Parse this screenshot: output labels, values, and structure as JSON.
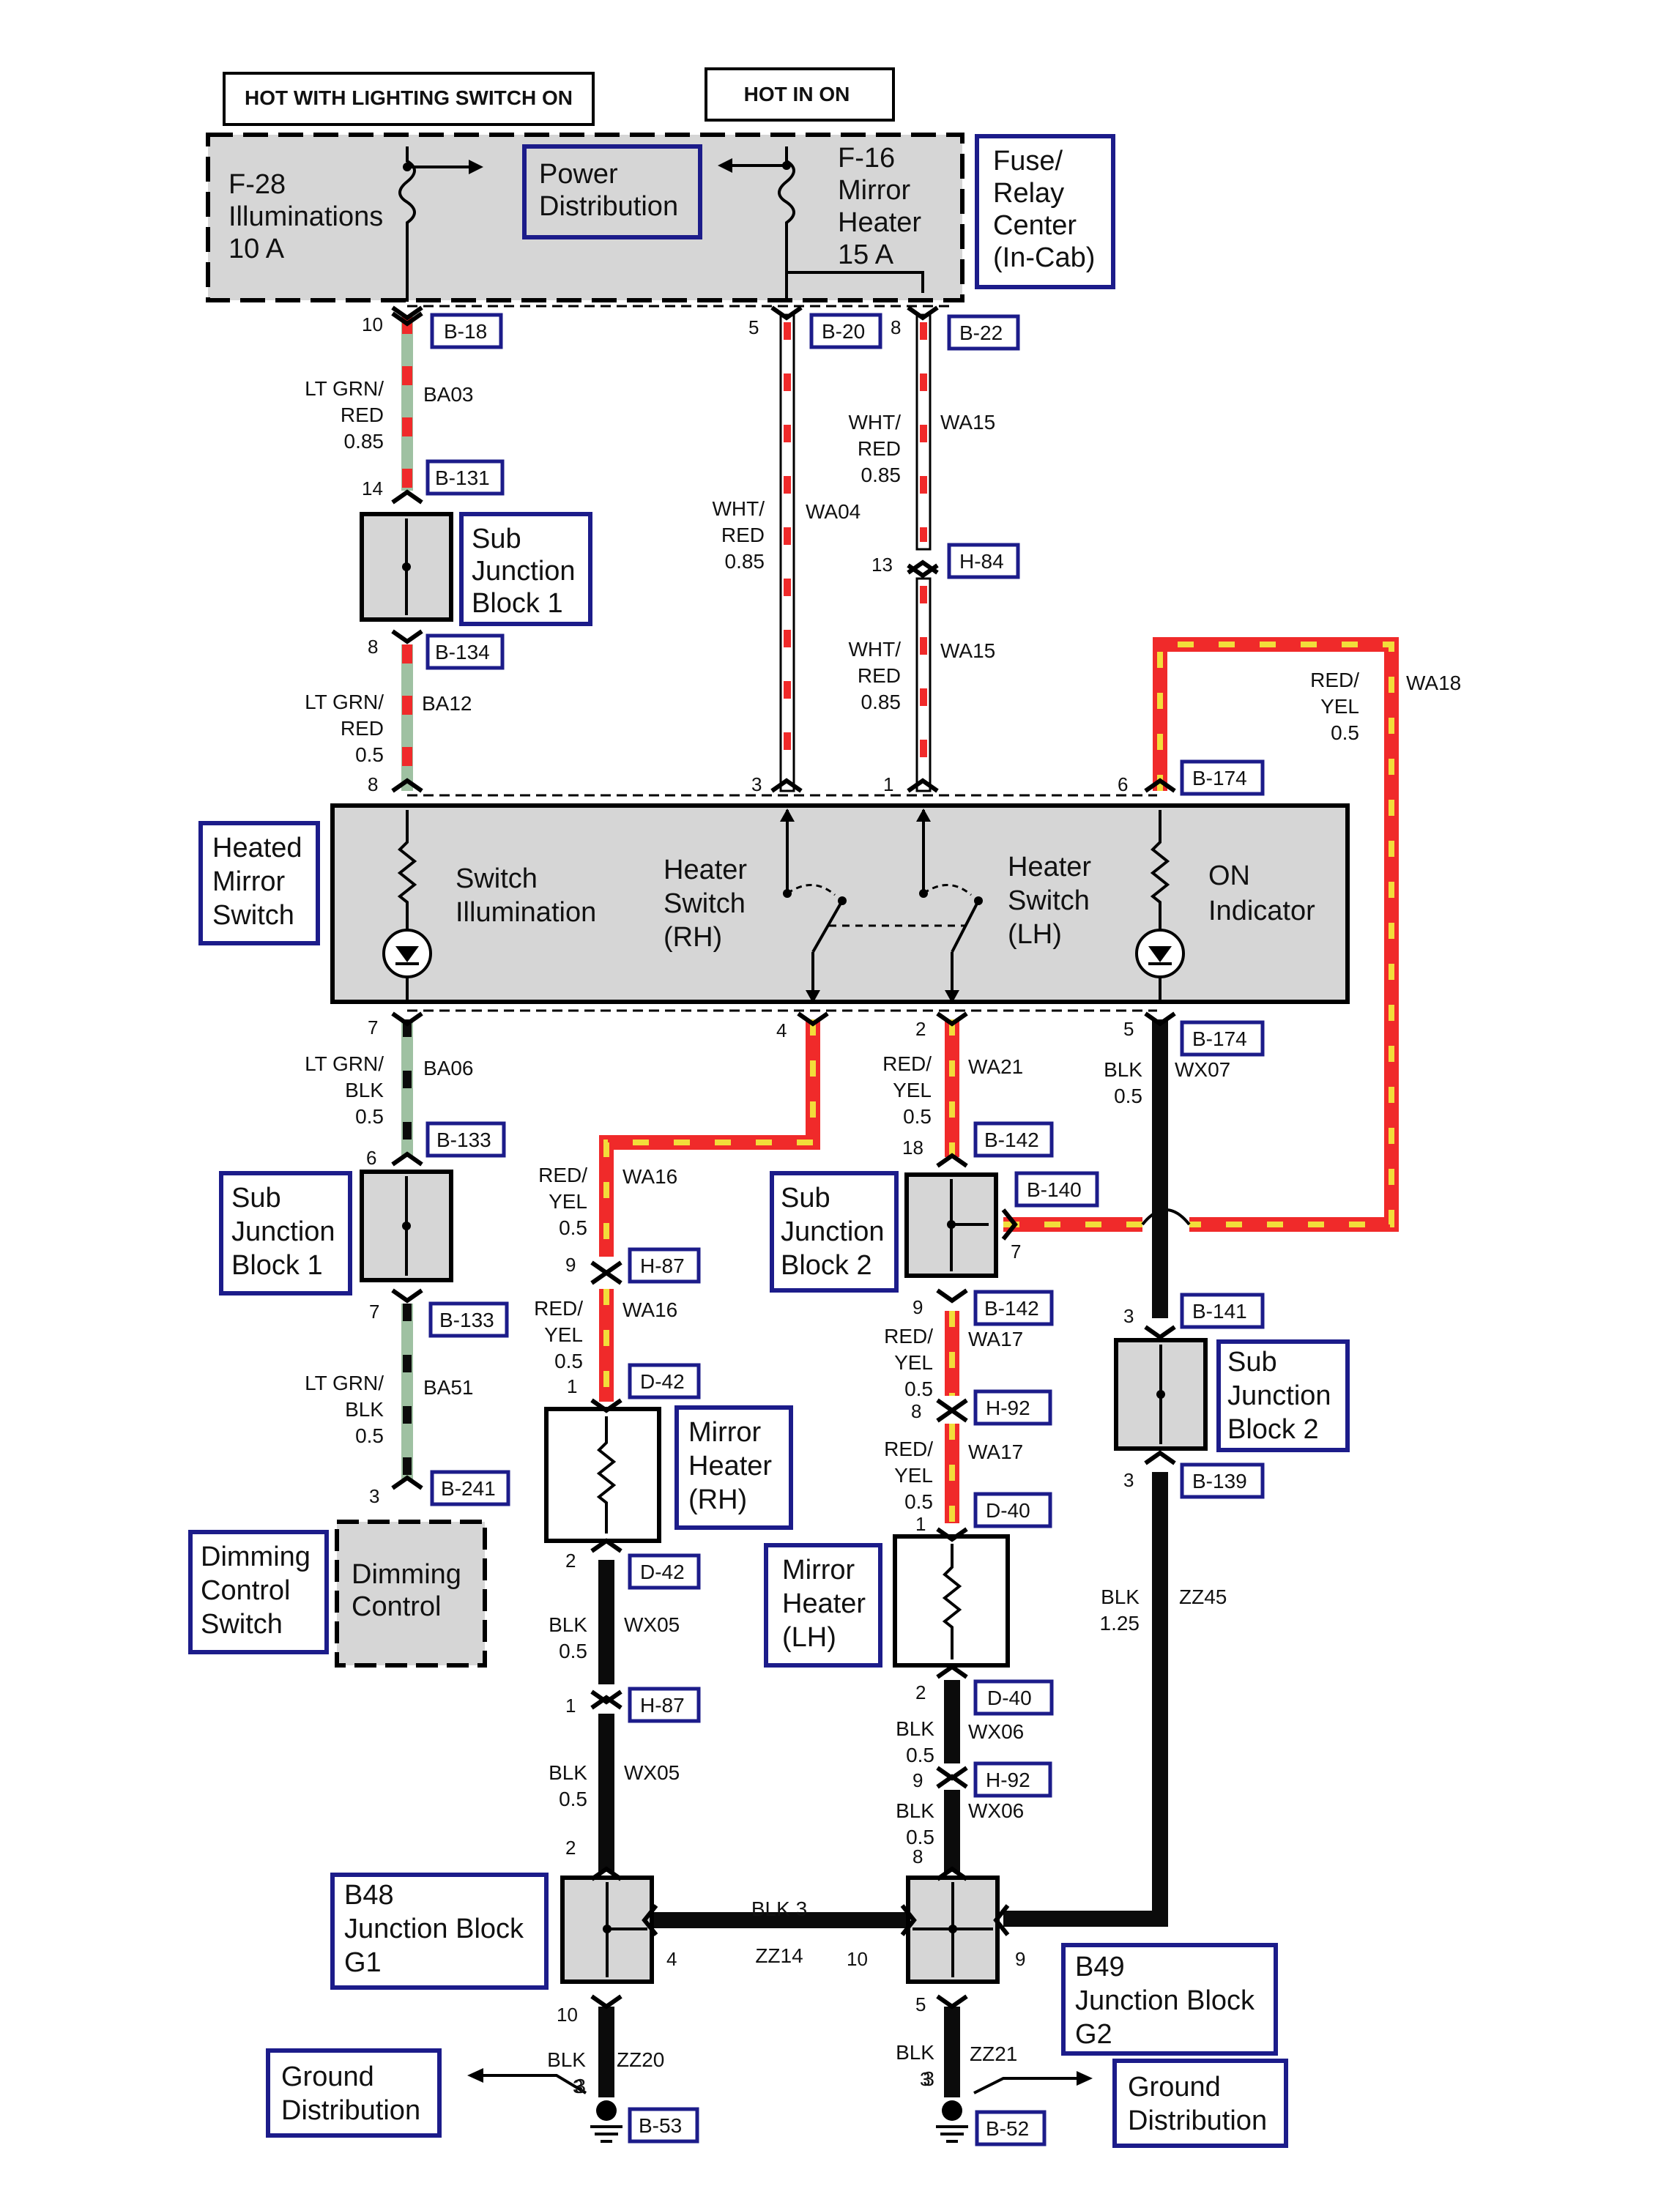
{
  "colors": {
    "lt_grn": "#9fc1a2",
    "red": "#f02a2a",
    "yellow": "#f2dd3a",
    "black": "#0b0b0b",
    "component_fill": "#d6d6d6",
    "connector_box": "#1c1c8a"
  },
  "headers": {
    "hot_lighting": "HOT WITH LIGHTING SWITCH ON",
    "hot_in_on": "HOT IN ON"
  },
  "fuse_center": {
    "label": [
      "Fuse/",
      "Relay",
      "Center",
      "(In-Cab)"
    ],
    "f28": [
      "F-28",
      "Illuminations",
      "10 A"
    ],
    "f16": [
      "F-16",
      "Mirror",
      "Heater",
      "15 A"
    ],
    "power_dist": [
      "Power",
      "Distribution"
    ]
  },
  "heated_mirror_switch": {
    "label": [
      "Heated",
      "Mirror",
      "Switch"
    ],
    "switch_illum": [
      "Switch",
      "Illumination"
    ],
    "heater_rh": [
      "Heater",
      "Switch",
      "(RH)"
    ],
    "heater_lh": [
      "Heater",
      "Switch",
      "(LH)"
    ],
    "on_indicator": [
      "ON",
      "Indicator"
    ]
  },
  "components": {
    "sjb1_top": [
      "Sub",
      "Junction",
      "Block 1"
    ],
    "sjb1_bot": [
      "Sub",
      "Junction",
      "Block 1"
    ],
    "sjb2_mid": [
      "Sub",
      "Junction",
      "Block 2"
    ],
    "sjb2_right": [
      "Sub",
      "Junction",
      "Block 2"
    ],
    "mirror_rh": [
      "Mirror",
      "Heater",
      "(RH)"
    ],
    "mirror_lh": [
      "Mirror",
      "Heater",
      "(LH)"
    ],
    "dimming_switch": [
      "Dimming",
      "Control",
      "Switch"
    ],
    "dimming_control": [
      "Dimming",
      "Control"
    ],
    "b48": [
      "B48",
      "Junction Block",
      "G1"
    ],
    "b49": [
      "B49",
      "Junction Block",
      "G2"
    ],
    "ground_left": [
      "Ground",
      "Distribution"
    ],
    "ground_right": [
      "Ground",
      "Distribution"
    ]
  },
  "connectors": {
    "b18": "B-18",
    "b20": "B-20",
    "b22": "B-22",
    "b131": "B-131",
    "h84": "H-84",
    "b134": "B-134",
    "b174_top": "B-174",
    "b174_bot": "B-174",
    "b133_a": "B-133",
    "b133_b": "B-133",
    "b241": "B-241",
    "h87_a": "H-87",
    "d42_a": "D-42",
    "d42_b": "D-42",
    "h87_b": "H-87",
    "b142_a": "B-142",
    "b140": "B-140",
    "b142_b": "B-142",
    "h92_a": "H-92",
    "d40_a": "D-40",
    "d40_b": "D-40",
    "h92_b": "H-92",
    "b141": "B-141",
    "b139": "B-139",
    "b53": "B-53",
    "b52": "B-52"
  },
  "pins": {
    "p10_b18": "10",
    "p5": "5",
    "p8_b22": "8",
    "p14": "14",
    "p13": "13",
    "p8_b134": "8",
    "p8_sw": "8",
    "p3_sw": "3",
    "p1_sw": "1",
    "p6_sw": "6",
    "p7_sw": "7",
    "p4_sw": "4",
    "p2_sw": "2",
    "p5_sw": "5",
    "p6_sjb": "6",
    "p7_sjb": "7",
    "p3_dim": "3",
    "p9_h87": "9",
    "p1_d42": "1",
    "p2_d42": "2",
    "p1_h87": "1",
    "p2_b48": "2",
    "p4_b48": "4",
    "p10_b48": "10",
    "p3_b53": "3",
    "p18": "18",
    "p7_b140": "7",
    "p9_b142": "9",
    "p8_h92": "8",
    "p1_d40": "1",
    "p2_d40": "2",
    "p9_h92": "9",
    "p8_b49": "8",
    "p10_b49": "10",
    "p9_b49": "9",
    "p5_b49": "5",
    "p3_b52": "3",
    "p3_b141": "3",
    "p3_b139": "3"
  },
  "wires": {
    "ba03": [
      "LT GRN/",
      "RED",
      "0.85"
    ],
    "ba03_id": "BA03",
    "ba12": [
      "LT GRN/",
      "RED",
      "0.5"
    ],
    "ba12_id": "BA12",
    "wa04": [
      "WHT/",
      "RED",
      "0.85"
    ],
    "wa04_id": "WA04",
    "wa15_a": [
      "WHT/",
      "RED",
      "0.85"
    ],
    "wa15_a_id": "WA15",
    "wa15_b": [
      "WHT/",
      "RED",
      "0.85"
    ],
    "wa15_b_id": "WA15",
    "wa18": [
      "RED/",
      "YEL",
      "0.5"
    ],
    "wa18_id": "WA18",
    "ba06": [
      "LT GRN/",
      "BLK",
      "0.5"
    ],
    "ba06_id": "BA06",
    "ba51": [
      "LT GRN/",
      "BLK",
      "0.5"
    ],
    "ba51_id": "BA51",
    "wa16_a": [
      "RED/",
      "YEL",
      "0.5"
    ],
    "wa16_a_id": "WA16",
    "wa16_b": [
      "RED/",
      "YEL",
      "0.5"
    ],
    "wa16_b_id": "WA16",
    "wa21": [
      "RED/",
      "YEL",
      "0.5"
    ],
    "wa21_id": "WA21",
    "wx07": [
      "BLK",
      "0.5"
    ],
    "wx07_id": "WX07",
    "wa17_a": [
      "RED/",
      "YEL",
      "0.5"
    ],
    "wa17_a_id": "WA17",
    "wa17_b": [
      "RED/",
      "YEL",
      "0.5"
    ],
    "wa17_b_id": "WA17",
    "wx05_a": [
      "BLK",
      "0.5"
    ],
    "wx05_a_id": "WX05",
    "wx05_b": [
      "BLK",
      "0.5"
    ],
    "wx05_b_id": "WX05",
    "wx06_a": [
      "BLK",
      "0.5"
    ],
    "wx06_a_id": "WX06",
    "wx06_b": [
      "BLK",
      "0.5"
    ],
    "wx06_b_id": "WX06",
    "zz45": [
      "BLK",
      "1.25"
    ],
    "zz45_id": "ZZ45",
    "zz14_top": "BLK 3",
    "zz14_id": "ZZ14",
    "zz20": [
      "BLK",
      "3"
    ],
    "zz20_id": "ZZ20",
    "zz21": [
      "BLK",
      "3"
    ],
    "zz21_id": "ZZ21"
  }
}
